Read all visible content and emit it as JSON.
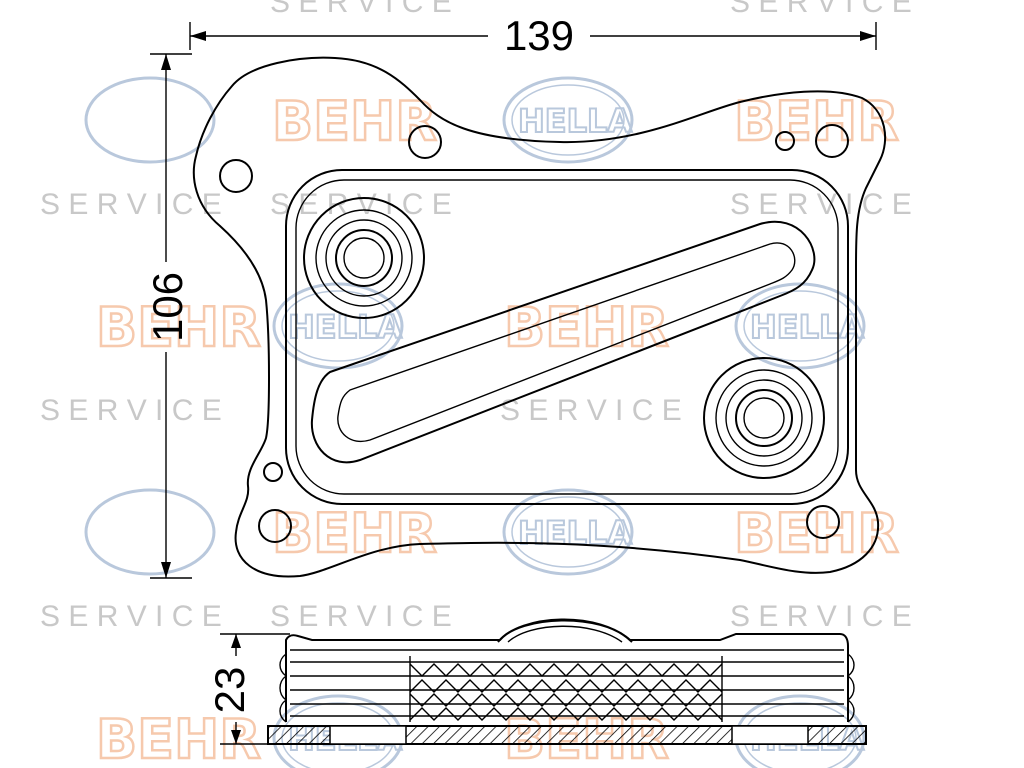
{
  "watermark": {
    "brand": "BEHR",
    "partner": "HELLA",
    "service_label": "S E R V I C E"
  },
  "dimensions": {
    "width": "139",
    "height": "106",
    "thickness": "23"
  },
  "colors": {
    "line": "#000000",
    "behr_watermark": "#f6c9ad",
    "hella_watermark": "#b9c8dc",
    "service_watermark": "#c8c8c8",
    "hatch": "#000000"
  }
}
